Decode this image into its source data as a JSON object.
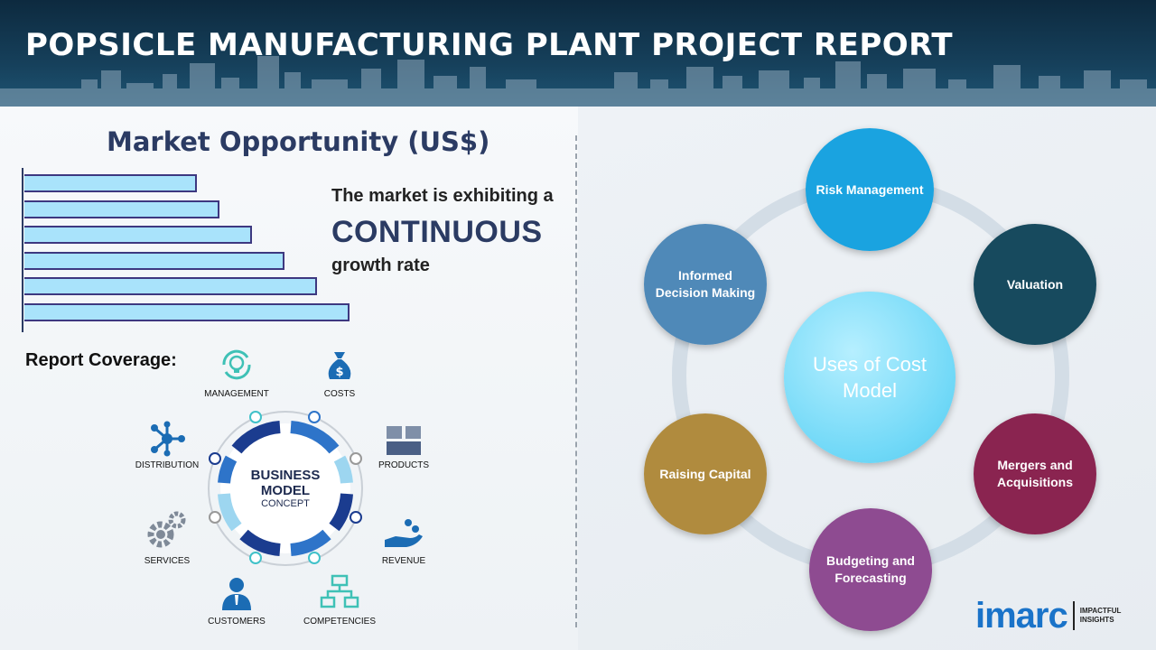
{
  "header": {
    "title": "POPSICLE MANUFACTURING PLANT PROJECT REPORT"
  },
  "market": {
    "title": "Market Opportunity (US$)",
    "line1": "The market is exhibiting a",
    "line2": "CONTINUOUS",
    "line3": "growth rate",
    "bars_relative": [
      0.53,
      0.6,
      0.7,
      0.8,
      0.9,
      1.0
    ]
  },
  "coverage": {
    "title": "Report Coverage:",
    "center_line1": "BUSINESS",
    "center_line2": "MODEL",
    "center_line3": "CONCEPT",
    "items": [
      {
        "label": "MANAGEMENT",
        "icon": "lightbulb-icon"
      },
      {
        "label": "COSTS",
        "icon": "money-bag-icon"
      },
      {
        "label": "PRODUCTS",
        "icon": "boxes-icon"
      },
      {
        "label": "REVENUE",
        "icon": "hand-coins-icon"
      },
      {
        "label": "COMPETENCIES",
        "icon": "hierarchy-icon"
      },
      {
        "label": "CUSTOMERS",
        "icon": "person-icon"
      },
      {
        "label": "SERVICES",
        "icon": "gears-icon"
      },
      {
        "label": "DISTRIBUTION",
        "icon": "network-icon"
      }
    ]
  },
  "uses": {
    "center": "Uses of Cost Model",
    "nodes": [
      {
        "label": "Risk Management",
        "color": "#1aa3e0"
      },
      {
        "label": "Valuation",
        "color": "#174a5e"
      },
      {
        "label": "Mergers and Acquisitions",
        "color": "#8a2450"
      },
      {
        "label": "Budgeting and Forecasting",
        "color": "#8e4b91"
      },
      {
        "label": "Raising Capital",
        "color": "#b08b3e"
      },
      {
        "label": "Informed Decision Making",
        "color": "#4f89b8"
      }
    ]
  },
  "logo": {
    "brand": "imarc",
    "tagline_1": "IMPACTFUL",
    "tagline_2": "INSIGHTS"
  }
}
